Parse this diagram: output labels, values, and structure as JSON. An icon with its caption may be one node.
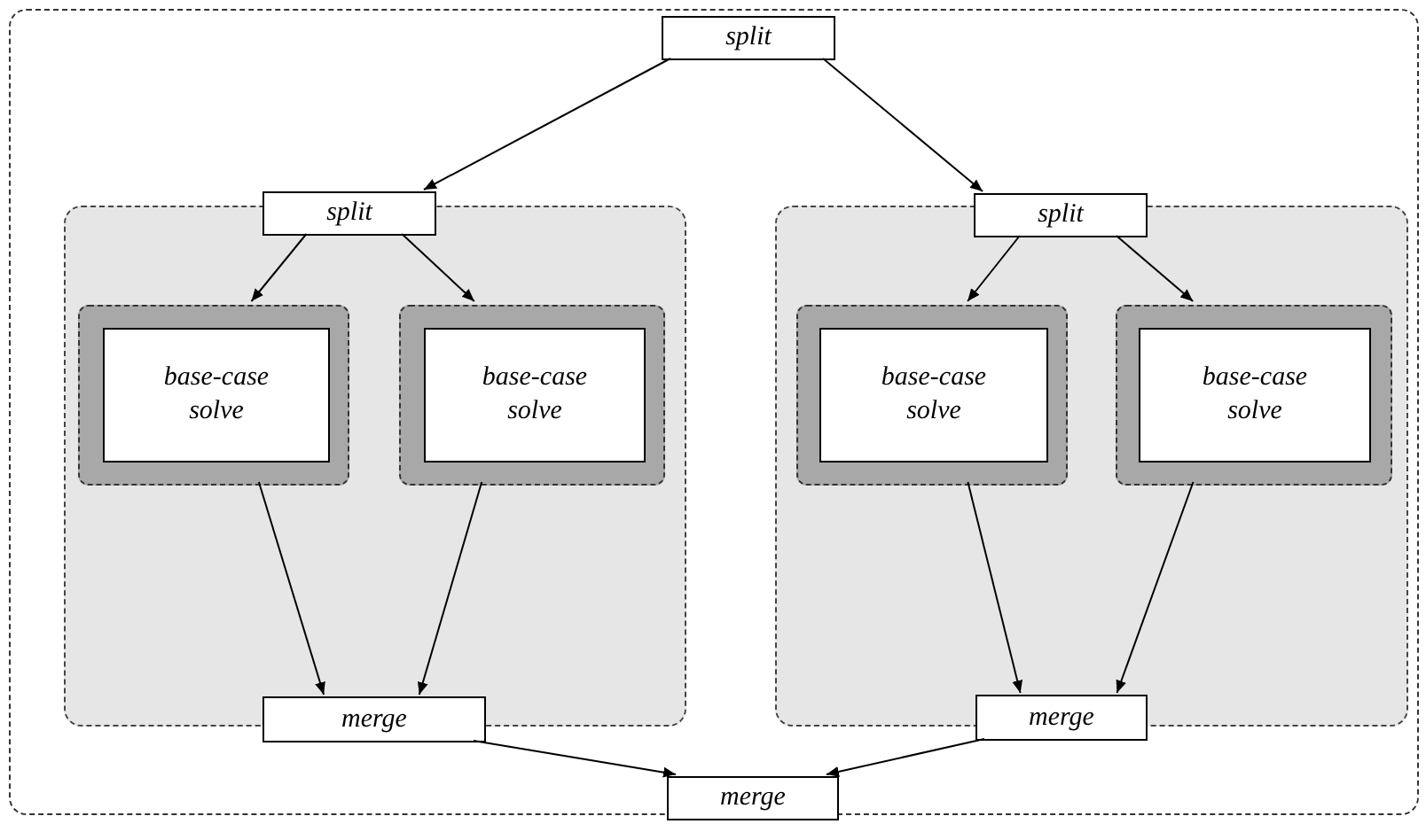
{
  "diagram": {
    "nodes": [
      {
        "text": [],
        "shape": "box"
      },
      {
        "text": [
          "split"
        ],
        "in": 0
      },
      {
        "text": [],
        "shape": "box",
        "in": 0
      },
      {
        "text": [
          "split"
        ],
        "in": 0
      },
      {
        "text": [],
        "shape": "box",
        "in": 2
      },
      {
        "text": [
          "base-case solve"
        ],
        "in": 4
      },
      {
        "text": [],
        "shape": "box",
        "in": 2
      },
      {
        "text": [
          "base-case solve"
        ],
        "in": 6
      },
      {
        "text": [
          "merge"
        ],
        "in": 0
      },
      {
        "text": [],
        "shape": "box",
        "in": 0
      },
      {
        "text": [
          "split"
        ],
        "in": 0
      },
      {
        "text": [],
        "shape": "box",
        "in": 9
      },
      {
        "text": [
          "base-case solve"
        ],
        "in": 11
      },
      {
        "text": [],
        "shape": "box",
        "in": 9
      },
      {
        "text": [
          "base-case solve"
        ],
        "in": 13
      },
      {
        "text": [
          "merge"
        ],
        "in": 0
      },
      {
        "text": [
          "merge"
        ],
        "in": 0
      }
    ],
    "edges": [
      {
        "from": 1,
        "to": 3,
        "arrow": "to"
      },
      {
        "from": 1,
        "to": 10,
        "arrow": "to"
      },
      {
        "from": 3,
        "to": 4,
        "arrow": "to"
      },
      {
        "from": 3,
        "to": 6,
        "arrow": "to"
      },
      {
        "from": 4,
        "to": 8,
        "arrow": "to"
      },
      {
        "from": 6,
        "to": 8,
        "arrow": "to"
      },
      {
        "from": 10,
        "to": 11,
        "arrow": "to"
      },
      {
        "from": 10,
        "to": 13,
        "arrow": "to"
      },
      {
        "from": 11,
        "to": 15,
        "arrow": "to"
      },
      {
        "from": 13,
        "to": 15,
        "arrow": "to"
      },
      {
        "from": 8,
        "to": 16,
        "arrow": "to"
      },
      {
        "from": 15,
        "to": 16,
        "arrow": "to"
      }
    ]
  }
}
